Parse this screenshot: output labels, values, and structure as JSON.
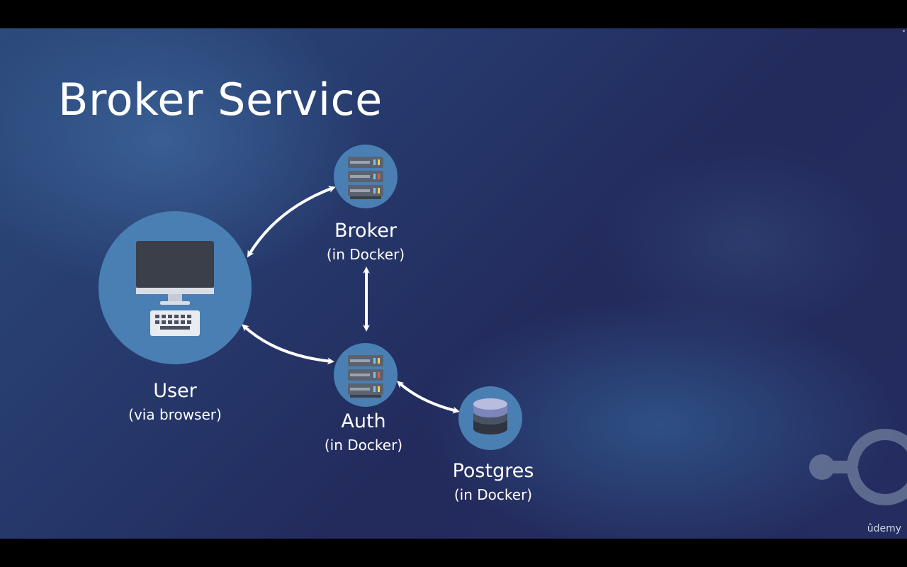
{
  "slide": {
    "title": "Broker Service"
  },
  "nodes": {
    "user": {
      "label": "User",
      "sublabel": "(via browser)"
    },
    "broker": {
      "label": "Broker",
      "sublabel": "(in Docker)"
    },
    "auth": {
      "label": "Auth",
      "sublabel": "(in Docker)"
    },
    "postgres": {
      "label": "Postgres",
      "sublabel": "(in Docker)"
    }
  },
  "icons": {
    "user": "desktop-computer-icon",
    "broker": "server-rack-icon",
    "auth": "server-rack-icon",
    "postgres": "database-icon",
    "logo": "course-logo-icon"
  },
  "colors": {
    "node_circle": "#4a7fb3",
    "arrow": "#ffffff",
    "text": "#ffffff"
  },
  "watermark": "ûdemy"
}
